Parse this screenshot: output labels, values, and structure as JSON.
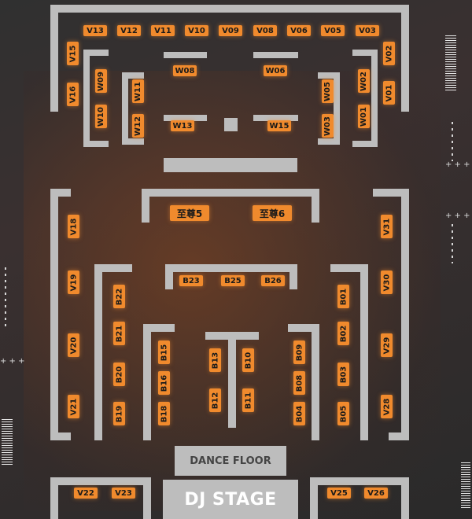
{
  "seats": {
    "V13": "V13",
    "V12": "V12",
    "V11": "V11",
    "V10": "V10",
    "V09": "V09",
    "V08": "V08",
    "V06": "V06",
    "V05": "V05",
    "V03": "V03",
    "V15": "V15",
    "V16": "V16",
    "V02": "V02",
    "V01": "V01",
    "W08": "W08",
    "W06": "W06",
    "W09": "W09",
    "W10": "W10",
    "W11": "W11",
    "W12": "W12",
    "W13": "W13",
    "W15": "W15",
    "W05": "W05",
    "W03": "W03",
    "W02": "W02",
    "W01": "W01",
    "ZZ5": "至尊5",
    "ZZ6": "至尊6",
    "V18": "V18",
    "V19": "V19",
    "V20": "V20",
    "V21": "V21",
    "V31": "V31",
    "V30": "V30",
    "V29": "V29",
    "V28": "V28",
    "B23": "B23",
    "B25": "B25",
    "B26": "B26",
    "B22": "B22",
    "B21": "B21",
    "B20": "B20",
    "B19": "B19",
    "B01": "B01",
    "B02": "B02",
    "B03": "B03",
    "B05": "B05",
    "B15": "B15",
    "B16": "B16",
    "B18": "B18",
    "B13": "B13",
    "B12": "B12",
    "B10": "B10",
    "B11": "B11",
    "B09": "B09",
    "B08": "B08",
    "B04": "B04",
    "V22": "V22",
    "V23": "V23",
    "V25": "V25",
    "V26": "V26"
  },
  "labels": {
    "dance_floor": "DANCE FLOOR",
    "dj_stage": "DJ STAGE"
  },
  "colors": {
    "seat": "#f08a2d",
    "wall": "#bdbdbd",
    "background": "#2b2a2a"
  }
}
